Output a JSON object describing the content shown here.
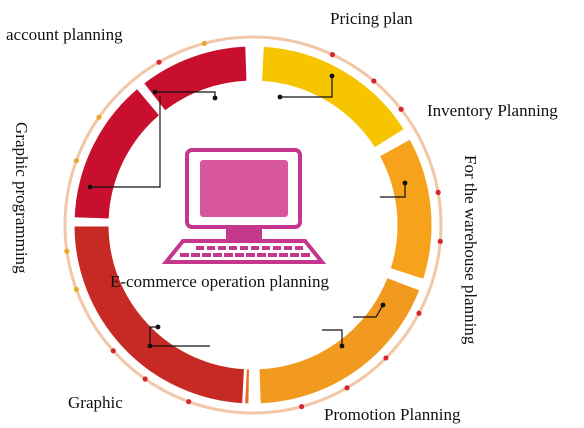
{
  "diagram": {
    "center_label": "E-commerce operation planning",
    "center_icon": "computer-monitor-icon",
    "segments": [
      {
        "id": "pricing-plan",
        "label": "Pricing plan",
        "color": "#F7C400"
      },
      {
        "id": "inventory-planning",
        "label": "Inventory Planning",
        "color": "#F6A21B"
      },
      {
        "id": "warehouse-planning",
        "label": "For the warehouse planning",
        "color": "#F29A1F"
      },
      {
        "id": "promotion-planning",
        "label": "Promotion Planning",
        "color": "#EE6A22"
      },
      {
        "id": "graphic",
        "label": "Graphic",
        "color": "#C72A24"
      },
      {
        "id": "graphic-programming",
        "label": "Graphic programming",
        "color": "#C8102E"
      },
      {
        "id": "account-planning",
        "label": "account planning",
        "color": "#C8102E"
      }
    ],
    "colors": {
      "monitor": "#C4378C",
      "monitor_screen": "#D9559E",
      "outer_ring": "#F2C7A8",
      "dot_red": "#D7262E",
      "dot_gold": "#E7A82B"
    }
  }
}
